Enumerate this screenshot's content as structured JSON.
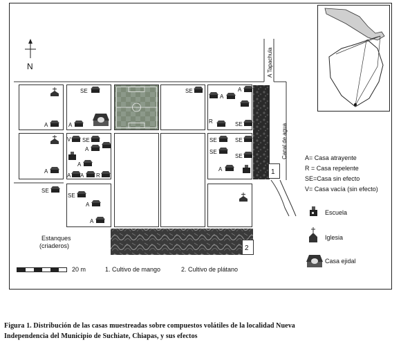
{
  "compass": {
    "letter": "N"
  },
  "street_labels": {
    "north_road": "A Tapachula",
    "canal": "Canal de agua"
  },
  "plot_numbers": [
    "1",
    "2"
  ],
  "ponds": {
    "line1": "Estanques",
    "line2": "(criaderos)"
  },
  "house_codes": {
    "attracting": "A",
    "repellent": "R",
    "no_effect": "SE",
    "vacant": "V"
  },
  "legend": {
    "codes": [
      "A= Casa atrayente",
      "R = Casa repelente",
      "SE=Casa sin efecto",
      "V= Casa vacía (sin efecto)"
    ],
    "school": "Escuela",
    "church": "Iglesia",
    "ejido": "Casa ejidal"
  },
  "scale": {
    "label": "20 m"
  },
  "crops": {
    "mango": "1. Cultivo de mango",
    "banana": "2. Cultivo de plátano"
  },
  "caption": {
    "line1": "Figura 1. Distribución de las casas muestreadas sobre compuestos volátiles de la localidad Nueva",
    "line2": "Independencia del Municipio de Suchiate, Chiapas, y sus efectos"
  }
}
